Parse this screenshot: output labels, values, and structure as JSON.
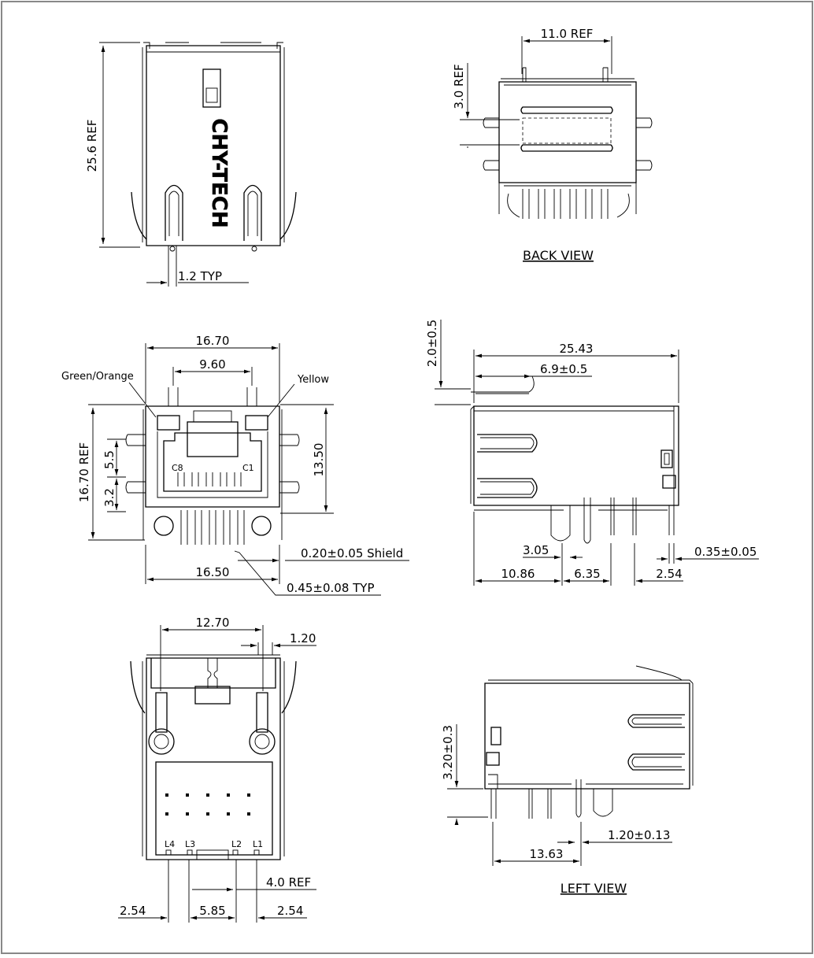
{
  "brand_text": "CHY-TECH",
  "top_view": {
    "dims": {
      "height": "25.6 REF",
      "pin": "1.2 TYP"
    }
  },
  "back_view": {
    "title": "BACK VIEW",
    "dims": {
      "width": "11.0 REF",
      "height": "3.0 REF"
    }
  },
  "front_view": {
    "labels": {
      "led_left": "Green/Orange",
      "led_right": "Yellow",
      "pin_c8": "C8",
      "pin_c1": "C1"
    },
    "dims": {
      "width": "16.70",
      "led_span": "9.60",
      "height": "16.70 REF",
      "inner_h": "13.50",
      "v1": "5.5",
      "v2": "3.2",
      "shield": "0.20±0.05 Shield",
      "base": "16.50",
      "pin_w": "0.45±0.08 TYP"
    }
  },
  "side_view": {
    "dims": {
      "length": "25.43",
      "latch_top": "2.0±0.5",
      "latch": "6.9±0.5",
      "d1": "3.05",
      "d2": "10.86",
      "d3": "6.35",
      "d4": "2.54",
      "pin_t": "0.35±0.05"
    }
  },
  "bottom_view": {
    "labels": {
      "l4": "L4",
      "l3": "L3",
      "l2": "L2",
      "l1": "L1"
    },
    "dims": {
      "width": "12.70",
      "edge": "1.20",
      "ref": "4.0 REF",
      "d1": "2.54",
      "d2": "5.85",
      "d3": "2.54"
    }
  },
  "left_view": {
    "title": "LEFT VIEW",
    "dims": {
      "height": "3.20±0.3",
      "pin": "1.20±0.13",
      "length": "13.63"
    }
  }
}
